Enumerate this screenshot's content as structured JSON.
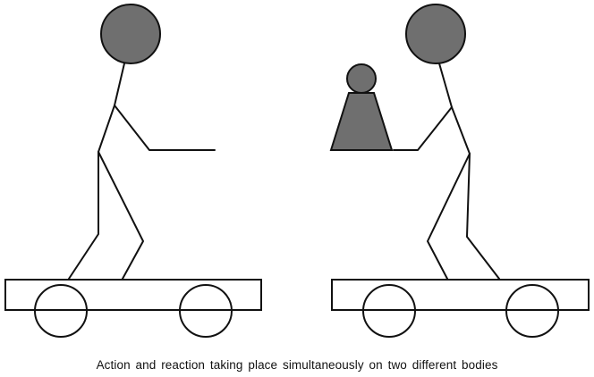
{
  "caption": "Action and reaction taking place simultaneously on two different bodies",
  "colors": {
    "stroke": "#111111",
    "head_fill": "#6f6f6f",
    "weight_fill": "#6f6f6f",
    "background": "#ffffff"
  },
  "figures": [
    {
      "name": "left-person-on-trolley",
      "holding": "none"
    },
    {
      "name": "right-person-on-trolley",
      "holding": "weight"
    }
  ]
}
